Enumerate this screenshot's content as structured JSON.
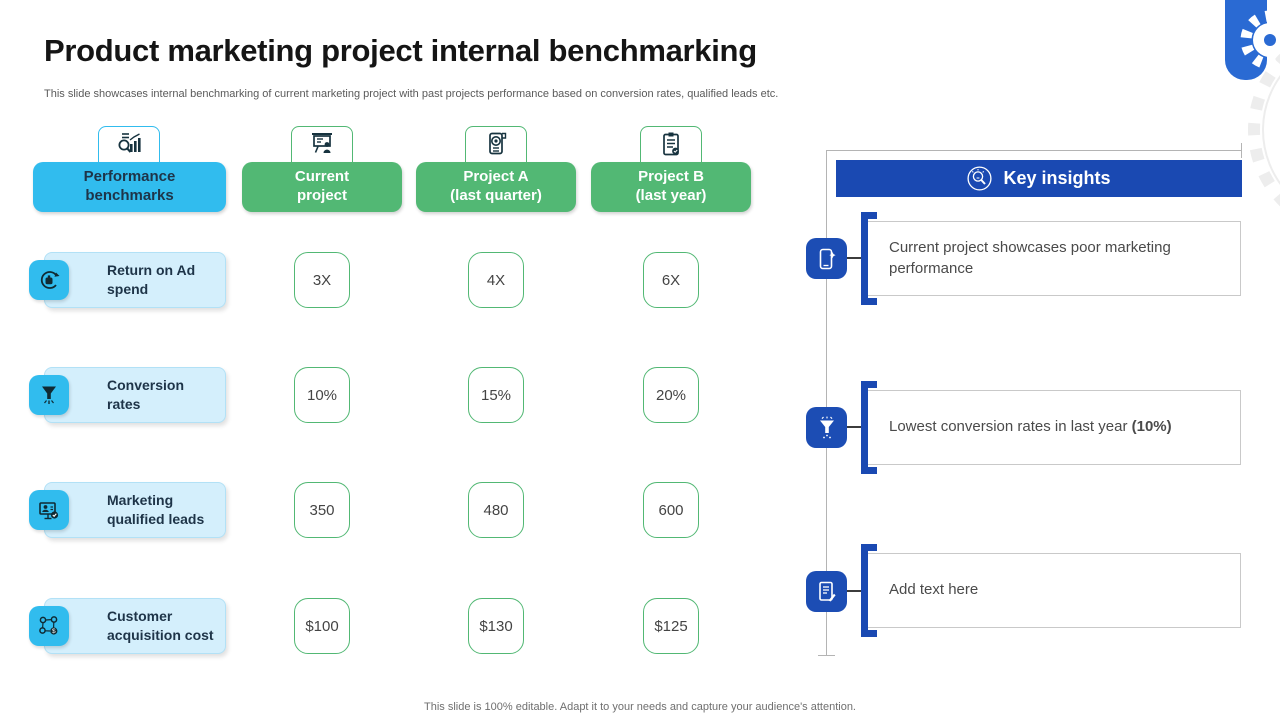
{
  "slide": {
    "title": "Product marketing project internal benchmarking",
    "subtitle": "This slide showcases internal benchmarking of current marketing project with past projects performance based on conversion rates, qualified leads etc.",
    "footer": "This slide is 100% editable. Adapt it to your needs and capture your audience's attention."
  },
  "colors": {
    "cyan_accent": "#31BCEE",
    "light_blue_row": "#D4EFFC",
    "green_accent": "#52B874",
    "insights_blue": "#1A49B2",
    "corner_blue": "#2A6AD3"
  },
  "table": {
    "columns": [
      {
        "line1": "Performance",
        "line2": "benchmarks",
        "icon": "magnifier-chart-icon"
      },
      {
        "line1": "Current",
        "line2": "project",
        "icon": "presentation-icon"
      },
      {
        "line1": "Project A",
        "line2": "(last quarter)",
        "icon": "scroll-target-icon"
      },
      {
        "line1": "Project B",
        "line2": "(last year)",
        "icon": "clipboard-checklist-icon"
      }
    ],
    "rows": [
      {
        "label1": "Return on Ad",
        "label2": "spend",
        "icon": "ad-return-icon",
        "values": [
          "3X",
          "4X",
          "6X"
        ]
      },
      {
        "label1": "Conversion",
        "label2": "rates",
        "icon": "funnel-icon",
        "values": [
          "10%",
          "15%",
          "20%"
        ]
      },
      {
        "label1": "Marketing",
        "label2": "qualified leads",
        "icon": "qualified-leads-icon",
        "values": [
          "350",
          "480",
          "600"
        ]
      },
      {
        "label1": "Customer",
        "label2": "acquisition cost",
        "icon": "network-cost-icon",
        "values": [
          "$100",
          "$130",
          "$125"
        ]
      }
    ]
  },
  "insights": {
    "header": "Key insights",
    "items": [
      {
        "icon": "phone-marketing-icon",
        "text": "Current project showcases poor marketing performance",
        "bold": ""
      },
      {
        "icon": "funnel-icon",
        "text": "Lowest conversion rates in last year ",
        "bold": "(10%)"
      },
      {
        "icon": "note-document-icon",
        "text": "Add text here",
        "bold": ""
      }
    ]
  }
}
